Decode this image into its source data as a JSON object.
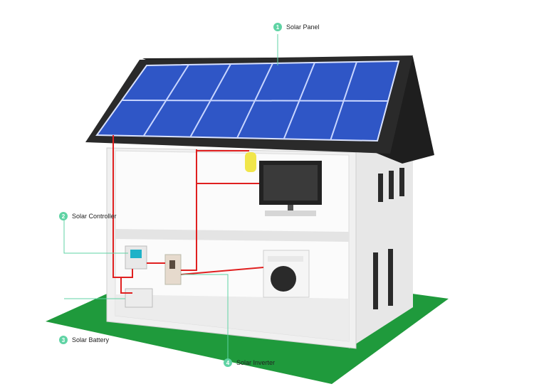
{
  "labels": {
    "solar_panel": {
      "num": "1",
      "text": "Solar Panel"
    },
    "solar_controller": {
      "num": "2",
      "text": "Solar Controller"
    },
    "solar_battery": {
      "num": "3",
      "text": "Solar Battery"
    },
    "solar_inverter": {
      "num": "4",
      "text": "Solar  Inverter"
    }
  },
  "colors": {
    "ground": "#1f9a3c",
    "panel": "#2f56c6",
    "panel_grid": "#c9d6ff",
    "roof": "#2a2a2a",
    "wall": "#f2f2f2",
    "wire": "#e02020",
    "leader": "#5fd3a4"
  }
}
